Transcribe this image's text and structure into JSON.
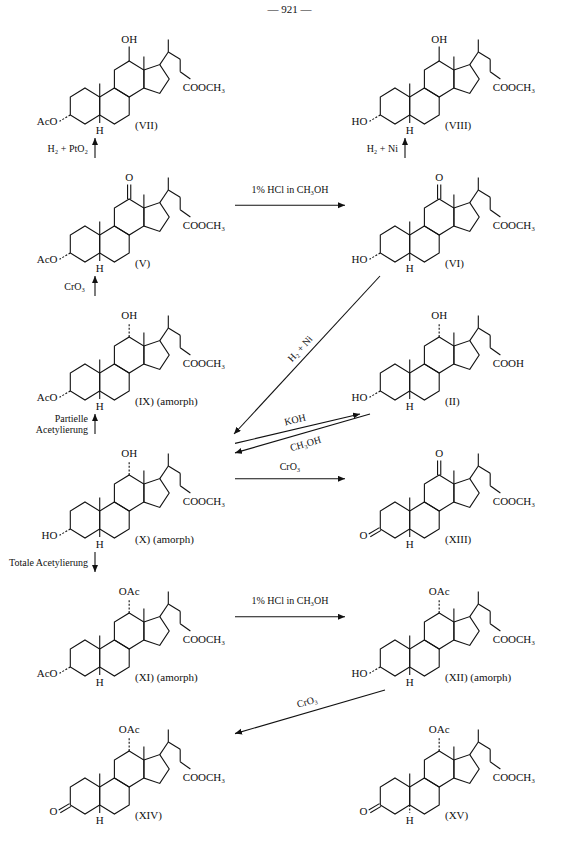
{
  "diagram": {
    "nodes": [
      {
        "text": [
          "OH",
          "COOCH₃",
          "AcO",
          "H",
          "(VII)"
        ]
      },
      {
        "text": [
          "OH",
          "COOCH₃",
          "HO",
          "H",
          "(VIII)"
        ]
      },
      {
        "text": [
          "O",
          "COOCH₃",
          "AcO",
          "H",
          "(V)"
        ]
      },
      {
        "text": [
          "O",
          "COOCH₃",
          "HO",
          "H",
          "(VI)"
        ]
      },
      {
        "text": [
          "OH",
          "COOCH₃",
          "AcO",
          "H",
          "(IX) (amorph)"
        ]
      },
      {
        "text": [
          "OH",
          "COOH",
          "HO",
          "H",
          "(II)"
        ]
      },
      {
        "text": [
          "OH",
          "COOCH₃",
          "HO",
          "H",
          "(X) (amorph)"
        ]
      },
      {
        "text": [
          "O",
          "COOCH₃",
          "O",
          "H",
          "(XIII)"
        ]
      },
      {
        "text": [
          "OAc",
          "COOCH₃",
          "AcO",
          "H",
          "(XI) (amorph)"
        ]
      },
      {
        "text": [
          "OAc",
          "COOCH₃",
          "HO",
          "H",
          "(XII) (amorph)"
        ]
      },
      {
        "text": [
          "OAc",
          "COOCH₃",
          "O",
          "H",
          "(XIV)"
        ]
      },
      {
        "text": [
          "OAc",
          "COOCH₃",
          "O",
          "H",
          "(XV)"
        ]
      }
    ],
    "edges": [
      {
        "from": 2,
        "to": 0,
        "arrow": "to",
        "label": "H₂ + PtO₂"
      },
      {
        "from": 2,
        "to": 3,
        "arrow": "to",
        "label": "1% HCl in CH₃OH"
      },
      {
        "from": 3,
        "to": 1,
        "arrow": "to",
        "label": "H₂ + Ni"
      },
      {
        "from": 4,
        "to": 2,
        "arrow": "to",
        "label": "CrO₃"
      },
      {
        "from": 3,
        "to": 6,
        "arrow": "to",
        "label": "H₂ + Ni"
      },
      {
        "from": 6,
        "to": 4,
        "arrow": "to",
        "label": "Partielle Acetylierung"
      },
      {
        "from": 6,
        "to": 5,
        "arrow": "to",
        "label": "KOH"
      },
      {
        "from": 5,
        "to": 6,
        "arrow": "to",
        "label": "CH₃OH"
      },
      {
        "from": 6,
        "to": 7,
        "arrow": "to",
        "label": "CrO₃"
      },
      {
        "from": 6,
        "to": 8,
        "arrow": "to",
        "label": "Totale Acetylierung"
      },
      {
        "from": 8,
        "to": 9,
        "arrow": "to",
        "label": "1% HCl in CH₃OH"
      },
      {
        "from": 9,
        "to": 10,
        "arrow": "to",
        "label": "CrO₃"
      }
    ],
    "labels": [
      "— 921 —"
    ]
  }
}
